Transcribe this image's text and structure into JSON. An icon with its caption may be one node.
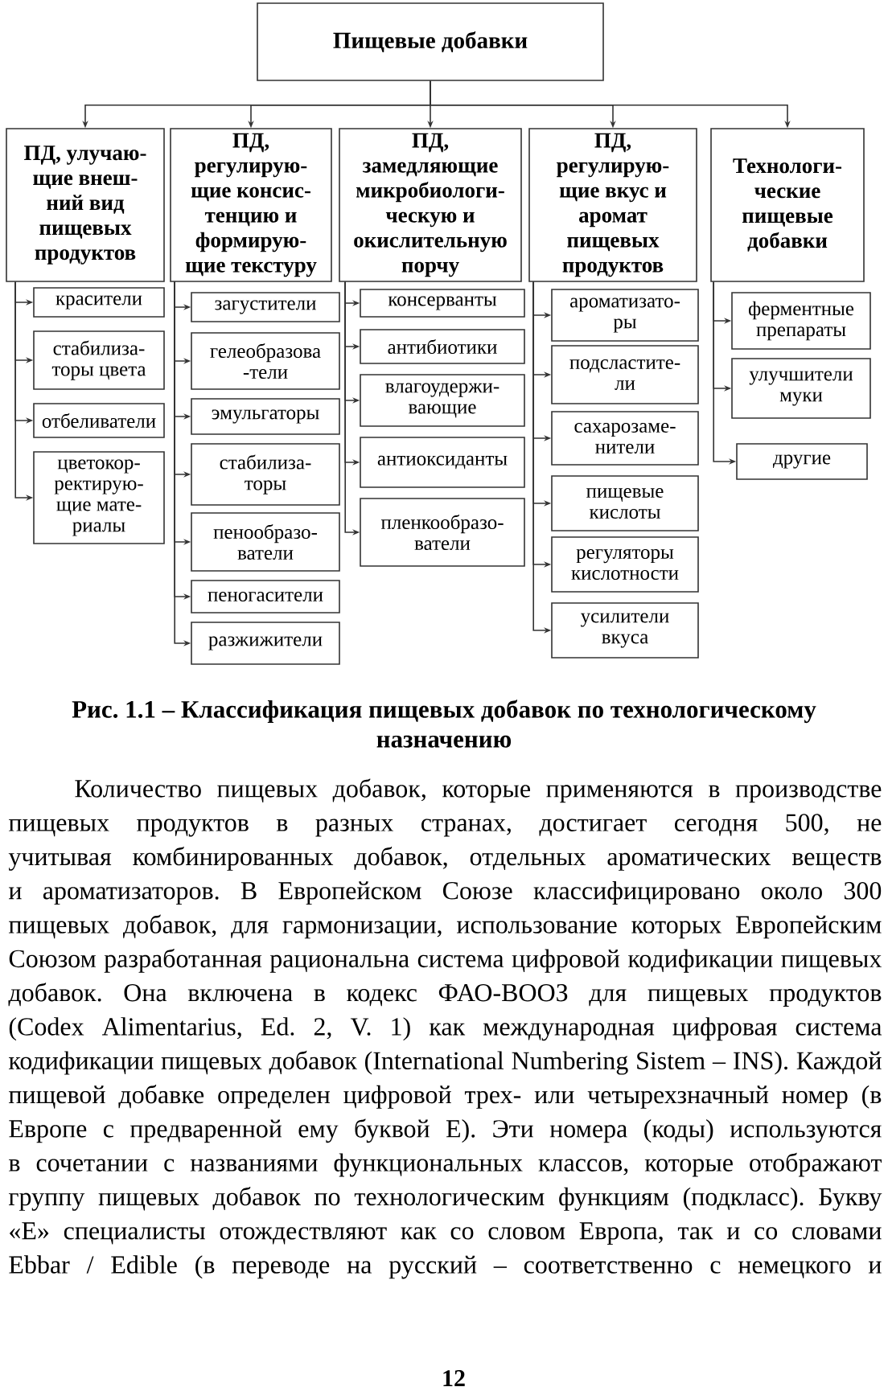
{
  "diagram": {
    "caption": "Рис. 1.1 – Классификация пищевых добавок по технологическому назначению",
    "nodes": [
      {
        "text": [
          "Пищевые добавки"
        ]
      },
      {
        "text": [
          "ПД, улучаю- щие внеш- ний вид пищевых продуктов"
        ]
      },
      {
        "text": [
          "ПД, регулирую- щие консис- тенцию и формирую- щие текстуру"
        ]
      },
      {
        "text": [
          "ПД, замедляющие микробиологи- ческую и окислительную порчу"
        ]
      },
      {
        "text": [
          "ПД, регулирую- щие вкус и аромат пищевых продуктов"
        ]
      },
      {
        "text": [
          "Технологи- ческие пищевые добавки"
        ]
      },
      {
        "text": [
          "красители"
        ]
      },
      {
        "text": [
          "стабилиза- торы цвета"
        ]
      },
      {
        "text": [
          "отбеливатели"
        ]
      },
      {
        "text": [
          "цветокор- ректирую- щие мате- риалы"
        ]
      },
      {
        "text": [
          "загустители"
        ]
      },
      {
        "text": [
          "гелеобразова -тели"
        ]
      },
      {
        "text": [
          "эмульгаторы"
        ]
      },
      {
        "text": [
          "стабилиза- торы"
        ]
      },
      {
        "text": [
          "пенообразо- ватели"
        ]
      },
      {
        "text": [
          "пеногасители"
        ]
      },
      {
        "text": [
          "разжижители"
        ]
      },
      {
        "text": [
          "консерванты"
        ]
      },
      {
        "text": [
          "антибиотики"
        ]
      },
      {
        "text": [
          "влагоудержи- вающие"
        ]
      },
      {
        "text": [
          "антиоксиданты"
        ]
      },
      {
        "text": [
          "пленкообразо- ватели"
        ]
      },
      {
        "text": [
          "ароматизато- ры"
        ]
      },
      {
        "text": [
          "подсластите- ли"
        ]
      },
      {
        "text": [
          "сахарозаме- нители"
        ]
      },
      {
        "text": [
          "пищевые кислоты"
        ]
      },
      {
        "text": [
          "регуляторы кислотности"
        ]
      },
      {
        "text": [
          "усилители вкуса"
        ]
      },
      {
        "text": [
          "ферментные препараты"
        ]
      },
      {
        "text": [
          "улучшители муки"
        ]
      },
      {
        "text": [
          "другие"
        ]
      }
    ],
    "edges": [
      {
        "from": 0,
        "to": 1,
        "arrow": "to"
      },
      {
        "from": 0,
        "to": 2,
        "arrow": "to"
      },
      {
        "from": 0,
        "to": 3,
        "arrow": "to"
      },
      {
        "from": 0,
        "to": 4,
        "arrow": "to"
      },
      {
        "from": 0,
        "to": 5,
        "arrow": "to"
      },
      {
        "from": 1,
        "to": 6,
        "arrow": "to"
      },
      {
        "from": 1,
        "to": 7,
        "arrow": "to"
      },
      {
        "from": 1,
        "to": 8,
        "arrow": "to"
      },
      {
        "from": 1,
        "to": 9,
        "arrow": "to"
      },
      {
        "from": 2,
        "to": 10,
        "arrow": "to"
      },
      {
        "from": 2,
        "to": 11,
        "arrow": "to"
      },
      {
        "from": 2,
        "to": 12,
        "arrow": "to"
      },
      {
        "from": 2,
        "to": 13,
        "arrow": "to"
      },
      {
        "from": 2,
        "to": 14,
        "arrow": "to"
      },
      {
        "from": 2,
        "to": 15,
        "arrow": "to"
      },
      {
        "from": 2,
        "to": 16,
        "arrow": "to"
      },
      {
        "from": 3,
        "to": 17,
        "arrow": "to"
      },
      {
        "from": 3,
        "to": 18,
        "arrow": "to"
      },
      {
        "from": 3,
        "to": 19,
        "arrow": "to"
      },
      {
        "from": 3,
        "to": 20,
        "arrow": "to"
      },
      {
        "from": 3,
        "to": 21,
        "arrow": "to"
      },
      {
        "from": 4,
        "to": 22,
        "arrow": "to"
      },
      {
        "from": 4,
        "to": 23,
        "arrow": "to"
      },
      {
        "from": 4,
        "to": 24,
        "arrow": "to"
      },
      {
        "from": 4,
        "to": 25,
        "arrow": "to"
      },
      {
        "from": 4,
        "to": 26,
        "arrow": "to"
      },
      {
        "from": 4,
        "to": 27,
        "arrow": "to"
      },
      {
        "from": 5,
        "to": 28,
        "arrow": "to"
      },
      {
        "from": 5,
        "to": 29,
        "arrow": "to"
      },
      {
        "from": 5,
        "to": 30,
        "arrow": "to"
      }
    ],
    "labels": [
      "Количество пищевых добавок, которые применяются в производстве пищевых продуктов в разных странах, достигает сегодня 500, не учитывая комбинированных добавок, отдельных ароматических веществ и ароматизаторов. В Европейском Союзе классифицировано около 300 пищевых добавок, для гармонизации, использование которых Европейским Союзом разработанная рациональна система цифровой кодификации пищевых добавок. Она включена в кодекс ФАО-ВООЗ для пищевых продуктов (Codex Alimentarius, Ed. 2, V. 1) как международная цифровая система кодификации пищевых добавок (International Numbering Sistem – INS). Каждой пищевой добавке определен цифровой трех- или четырехзначный номер (в Европе с предваренной ему буквой Е). Эти номера (коды) используются в сочетании с названиями функциональных классов, которые отображают группу пищевых добавок по технологическим функциям (подкласс). Букву «Е» специалисты отождествляют как со словом Европа, так и со словами Ebbar / Edible (в переводе на русский – соответственно с немецкого и",
      "12"
    ]
  }
}
